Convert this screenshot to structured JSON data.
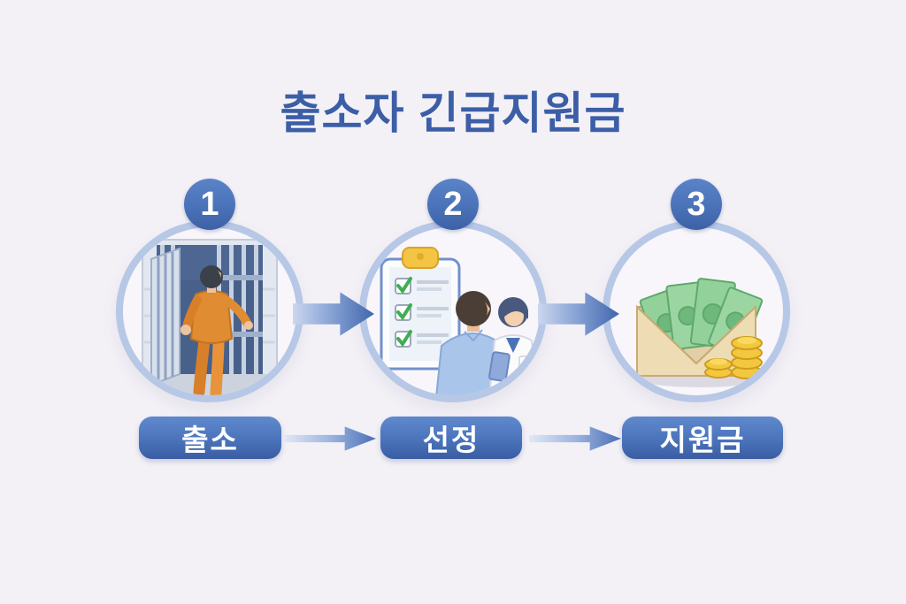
{
  "title": "출소자 긴급지원금",
  "steps": [
    {
      "number": "1",
      "label": "출소",
      "icon": "prison-release-illustration"
    },
    {
      "number": "2",
      "label": "선정",
      "icon": "selection-interview-illustration"
    },
    {
      "number": "3",
      "label": "지원금",
      "icon": "support-money-illustration"
    }
  ],
  "icons": {
    "flow_arrow": "arrow-right-icon",
    "label_arrow": "arrow-right-icon"
  },
  "colors": {
    "background": "#f3f1f6",
    "title_text": "#3c5ea7",
    "circle_ring": "#b7c7e6",
    "circle_fill": "#f8f6fa",
    "badge_blue": "#4a72b8",
    "pill_blue": "#4a73bb",
    "pill_text": "#ffffff",
    "arrow_blue": "#4166ac",
    "prisoner_uniform_orange": "#e08c33",
    "cell_interior_blue": "#48618b",
    "clipboard_clip_yellow": "#f4c544",
    "checkmark_green": "#3fae52",
    "shirt_light_blue": "#a9c5e9",
    "coat_white": "#fbfbfc",
    "banknote_green": "#93d19b",
    "coin_gold": "#f4c83e",
    "envelope_tan": "#eedcb5"
  }
}
